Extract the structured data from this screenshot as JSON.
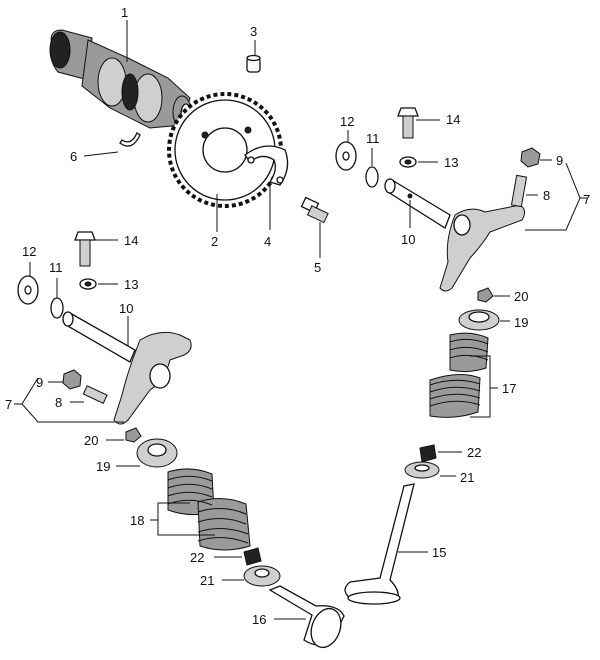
{
  "callouts": {
    "c1": "1",
    "c2": "2",
    "c3": "3",
    "c4": "4",
    "c5": "5",
    "c6": "6",
    "c7a": "7",
    "c7b": "7",
    "c8a": "8",
    "c8b": "8",
    "c9a": "9",
    "c9b": "9",
    "c10a": "10",
    "c10b": "10",
    "c11a": "11",
    "c11b": "11",
    "c12a": "12",
    "c12b": "12",
    "c13a": "13",
    "c13b": "13",
    "c14a": "14",
    "c14b": "14",
    "c15": "15",
    "c16": "16",
    "c17": "17",
    "c18": "18",
    "c19a": "19",
    "c19b": "19",
    "c20a": "20",
    "c20b": "20",
    "c21a": "21",
    "c21b": "21",
    "c22a": "22",
    "c22b": "22"
  }
}
